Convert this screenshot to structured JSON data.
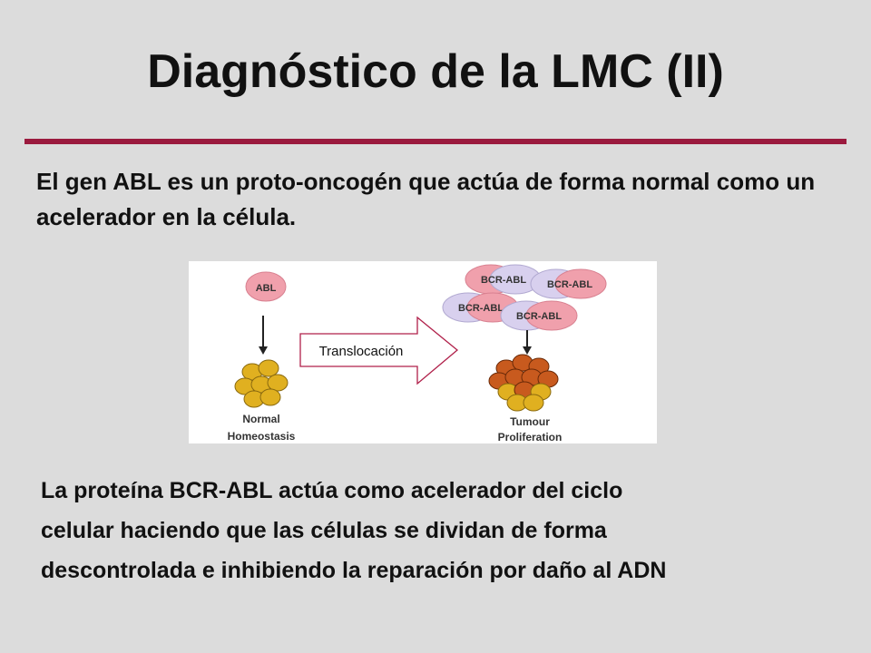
{
  "slide": {
    "title": "Diagnóstico de la LMC (II)",
    "paragraph1": "El gen ABL es un proto-oncogén que actúa de forma normal como un acelerador en la célula.",
    "paragraph2_lines": [
      "La proteína BCR-ABL actúa como acelerador del ciclo",
      "celular haciendo que las células se dividan de forma",
      "descontrolada e inhibiendo la reparación por daño al ADN"
    ]
  },
  "figure": {
    "abl_label": "ABL",
    "normal_label_line1": "Normal",
    "normal_label_line2": "Homeostasis",
    "arrow_label": "Translocación",
    "bcr_abl_labels": [
      "BCR-ABL",
      "BCR-ABL",
      "BCR-ABL",
      "BCR-ABL"
    ],
    "tumour_label_line1": "Tumour",
    "tumour_label_line2": "Proliferation"
  },
  "colors": {
    "accent_rule": "#9b1a3e",
    "arrow_border": "#b0204a",
    "protein_fill": "#f0a0ac",
    "bcr_fill": "#d8d0ee",
    "normal_cell": "#e0b020",
    "tumour_cell": "#c85a1e"
  }
}
